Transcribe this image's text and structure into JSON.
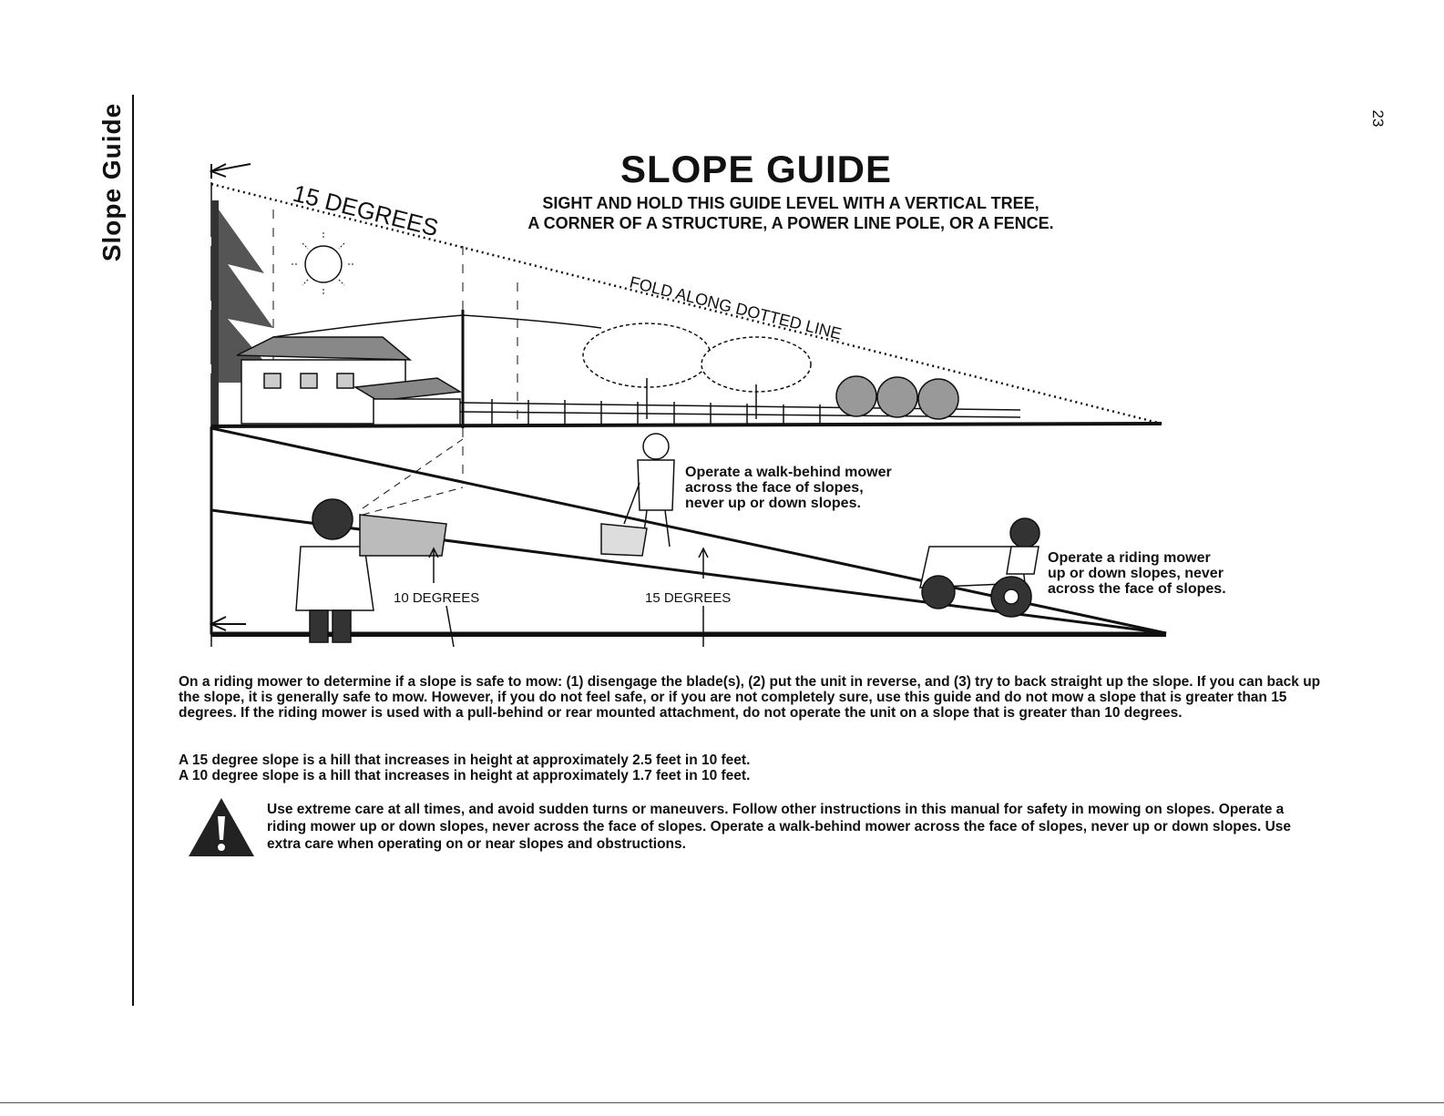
{
  "side_tab": "Slope Guide",
  "page_number": "23",
  "title": "SLOPE GUIDE",
  "subtitle_lines": [
    "SIGHT AND HOLD THIS GUIDE LEVEL WITH A VERTICAL TREE,",
    "A CORNER OF A STRUCTURE, A POWER LINE POLE, OR A FENCE."
  ],
  "diagram": {
    "angle_top_label": "15 DEGREES",
    "fold_label": "FOLD ALONG DOTTED LINE",
    "label_10": "10 DEGREES",
    "label_15": "15 DEGREES",
    "walk_caption": [
      "Operate a walk-behind mower",
      "across the face of slopes,",
      "never up or down slopes."
    ],
    "riding_caption": [
      "Operate a riding mower",
      "up or down slopes, never",
      "across the face of slopes."
    ]
  },
  "paragraph_1": "On a riding mower to determine if a slope is safe to mow: (1) disengage the blade(s), (2) put the unit in reverse, and (3) try to back straight up the slope. If you can back up the slope, it is generally safe to mow. However, if you do not feel safe, or if you are not completely sure, use this guide and do not mow a slope that is greater than 15 degrees. If the riding mower is used with a pull-behind or rear mounted attachment, do not operate the unit on a slope that is greater than 10 degrees.",
  "fact_lines": [
    "A 15 degree slope is a hill that increases in height at approximately 2.5 feet in 10 feet.",
    "A 10 degree slope is a hill that increases in height at approximately 1.7 feet in 10 feet."
  ],
  "warning_text": "Use extreme care at all times, and avoid sudden turns or maneuvers. Follow other instructions in this manual for safety in mowing on slopes. Operate a riding mower up or down slopes, never across the face of slopes. Operate a walk-behind mower across the face of slopes, never up or down slopes. Use extra care when operating on or near slopes and obstructions."
}
